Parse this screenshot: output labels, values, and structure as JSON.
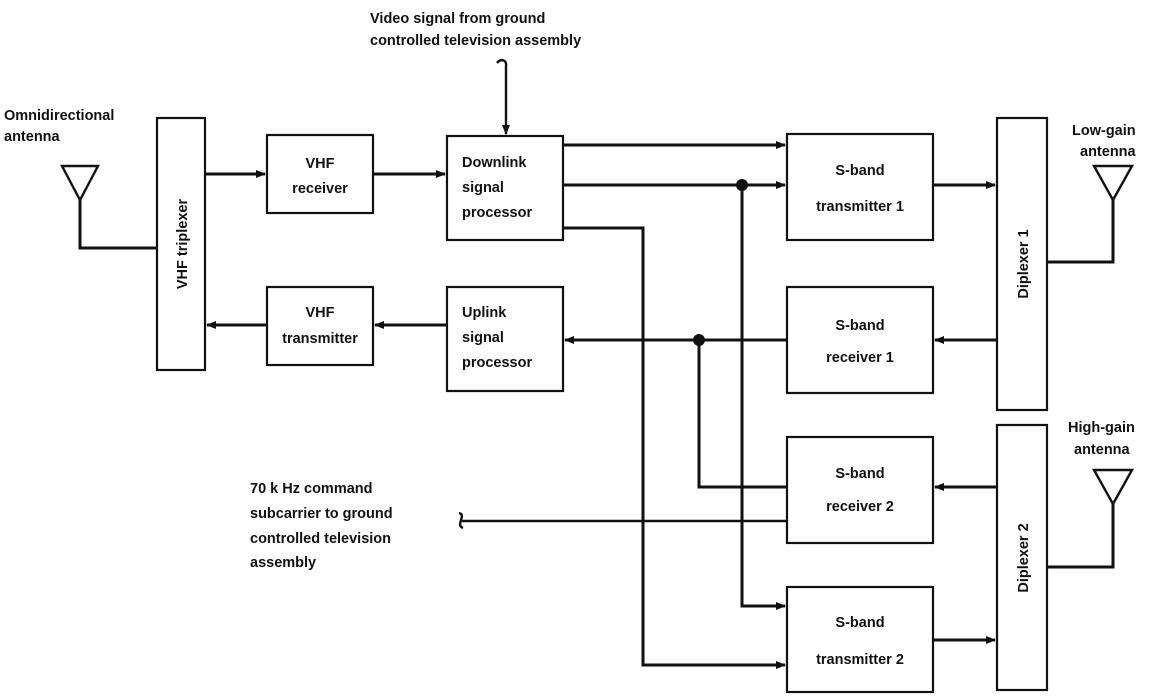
{
  "labels": {
    "video_source": [
      "Video signal from ground",
      "controlled television assembly"
    ],
    "omni_antenna": [
      "Omnidirectional",
      "antenna"
    ],
    "low_gain_antenna": [
      "Low-gain",
      "antenna"
    ],
    "high_gain_antenna": [
      "High-gain",
      "antenna"
    ],
    "command_subcarrier": [
      "70 k Hz command",
      "subcarrier to ground",
      "controlled television",
      "assembly"
    ]
  },
  "blocks": {
    "vhf_triplexer": "VHF triplexer",
    "vhf_receiver": [
      "VHF",
      "receiver"
    ],
    "vhf_transmitter": [
      "VHF",
      "transmitter"
    ],
    "downlink_processor": [
      "Downlink",
      "signal",
      "processor"
    ],
    "uplink_processor": [
      "Uplink",
      "signal",
      "processor"
    ],
    "sband_tx1": [
      "S-band",
      "transmitter 1"
    ],
    "sband_rx1": [
      "S-band",
      "receiver 1"
    ],
    "sband_rx2": [
      "S-band",
      "receiver 2"
    ],
    "sband_tx2": [
      "S-band",
      "transmitter 2"
    ],
    "diplexer1": "Diplexer 1",
    "diplexer2": "Diplexer 2"
  }
}
